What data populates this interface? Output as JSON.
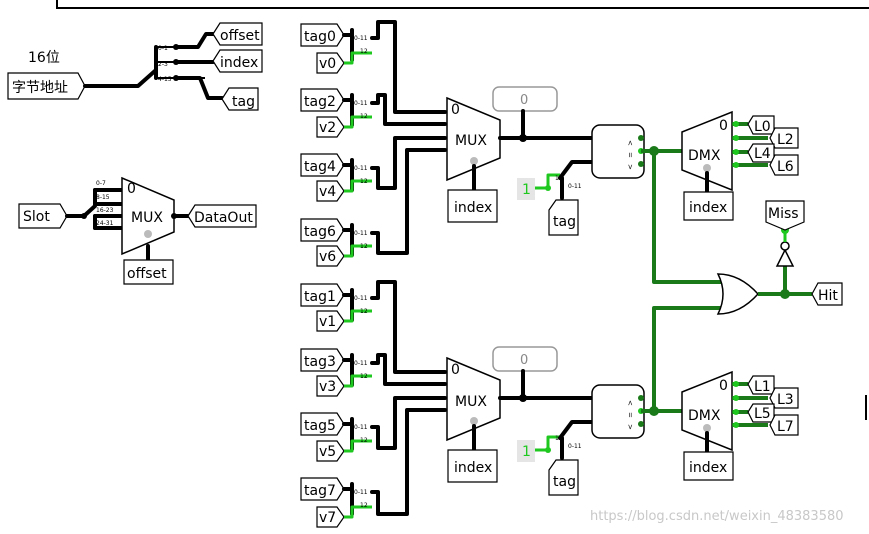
{
  "address": {
    "width_label": "16位",
    "input_label": "字节地址"
  },
  "splitter_top": {
    "ranges": [
      "0-1",
      "2-3",
      "4-15"
    ],
    "outputs": [
      "offset",
      "index",
      "tag"
    ]
  },
  "data_mux": {
    "input": "Slot",
    "ranges": [
      "0-7",
      "8-15",
      "16-23",
      "24-31"
    ],
    "zero": "0",
    "name": "MUX",
    "output": "DataOut",
    "select": "offset"
  },
  "upper_group": {
    "pairs": [
      {
        "tag": "tag0",
        "v": "v0"
      },
      {
        "tag": "tag2",
        "v": "v2"
      },
      {
        "tag": "tag4",
        "v": "v4"
      },
      {
        "tag": "tag6",
        "v": "v6"
      }
    ],
    "split_labels": [
      "0-11",
      "12"
    ],
    "mux": {
      "name": "MUX",
      "zero": "0",
      "select": "index"
    },
    "probe": "0",
    "constant": "1",
    "tag_label": "tag",
    "dmx": {
      "name": "DMX",
      "zero": "0",
      "select": "index",
      "outputs": [
        "L0",
        "L2",
        "L4",
        "L6"
      ]
    }
  },
  "lower_group": {
    "pairs": [
      {
        "tag": "tag1",
        "v": "v1"
      },
      {
        "tag": "tag3",
        "v": "v3"
      },
      {
        "tag": "tag5",
        "v": "v5"
      },
      {
        "tag": "tag7",
        "v": "v7"
      }
    ],
    "split_labels": [
      "0-11",
      "12"
    ],
    "mux": {
      "name": "MUX",
      "zero": "0",
      "select": "index"
    },
    "probe": "0",
    "constant": "1",
    "tag_label": "tag",
    "dmx": {
      "name": "DMX",
      "zero": "0",
      "select": "index",
      "outputs": [
        "L1",
        "L3",
        "L5",
        "L7"
      ]
    }
  },
  "comparator_labels": [
    "<",
    "=",
    ">"
  ],
  "outputs": {
    "miss": "Miss",
    "hit": "Hit"
  },
  "watermark": "https://blog.csdn.net/weixin_48383580"
}
